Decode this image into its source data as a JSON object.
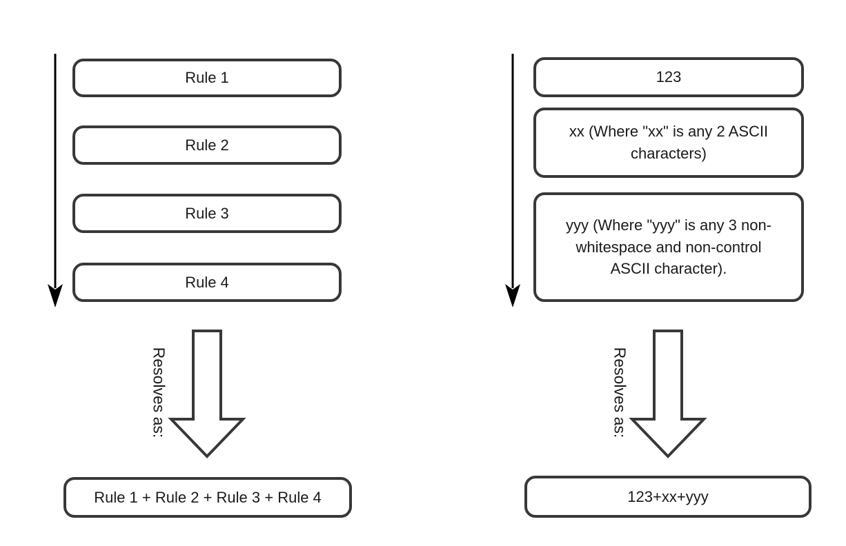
{
  "colors": {
    "background": "#ffffff",
    "box_border": "#383838",
    "text": "#1a1a1a",
    "thin_arrow": "#000000",
    "hollow_arrow_border": "#383838",
    "hollow_arrow_fill": "#ffffff"
  },
  "left": {
    "stack": [
      "Rule 1",
      "Rule 2",
      "Rule 3",
      "Rule 4"
    ],
    "resolves_label": "Resolves as:",
    "result": "Rule 1 + Rule 2 + Rule 3 + Rule 4"
  },
  "right": {
    "stack": [
      "123",
      "xx (Where \"xx\" is any 2 ASCII\ncharacters)",
      "yyy (Where \"yyy\" is any 3 non-\nwhitespace and non-control\nASCII character)."
    ],
    "resolves_label": "Resolves as:",
    "result": "123+xx+yyy"
  }
}
